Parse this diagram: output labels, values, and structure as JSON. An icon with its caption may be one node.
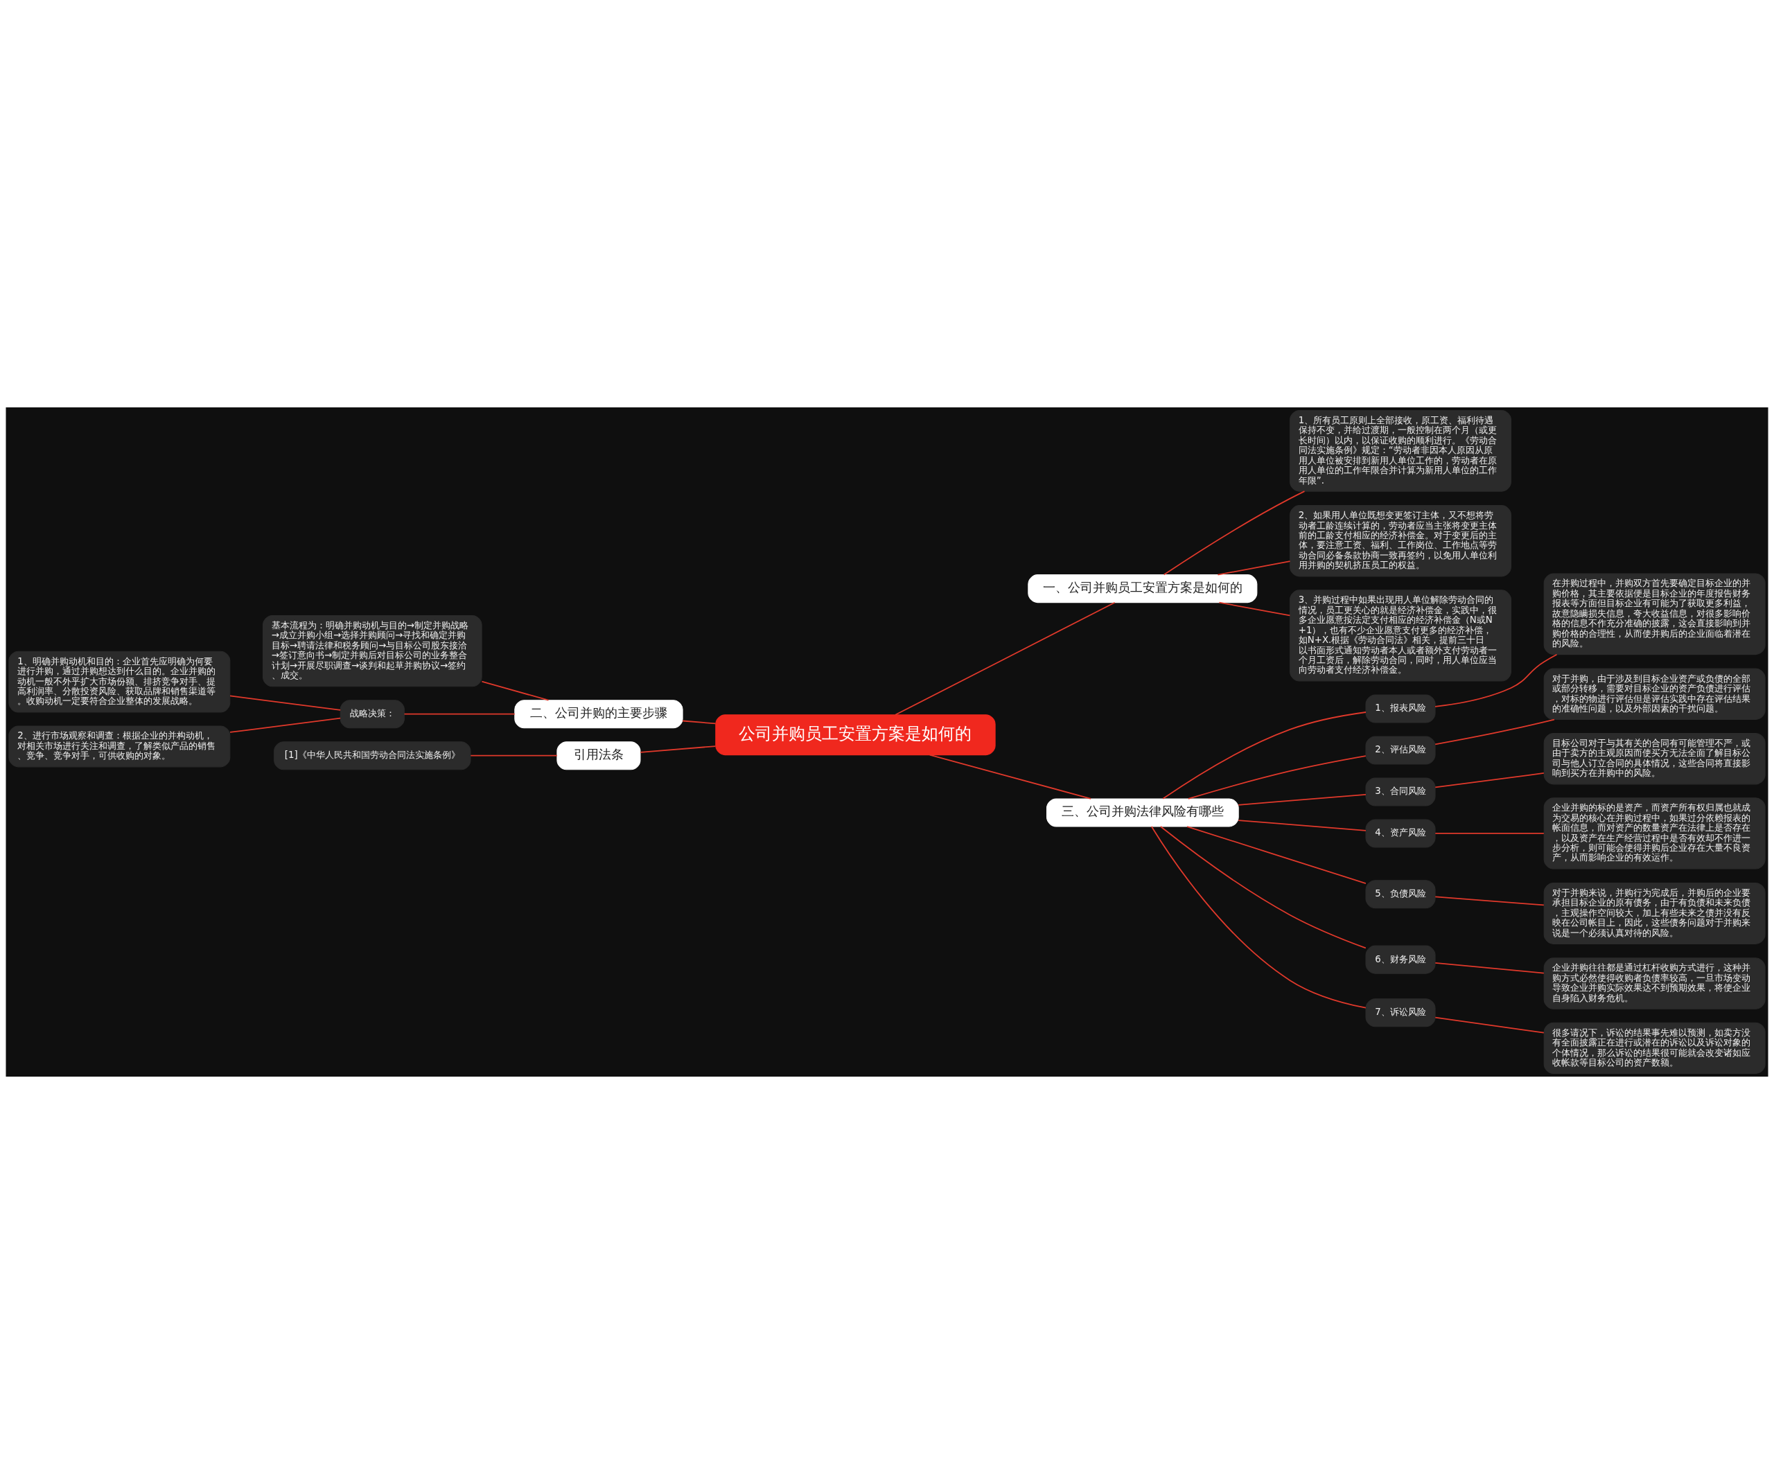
{
  "diagram": {
    "nodes": [
      {
        "text": [
          "公司并购员工安置方案是如何的"
        ]
      },
      {
        "text": [
          "一、公司并购员工安置方案是如何的"
        ]
      },
      {
        "text": [
          "1、所有员工原则上全部接收，原工资、福利待遇保持不变，并给过渡期，一般控制在两个月（或更长时间）以内，以保证收购的顺利进行。《劳动合同法实施条例》规定：“劳动者非因本人原因从原用人单位被安排到新用人单位工作的，劳动者在原用人单位的工作年限合并计算为新用人单位的工作年限”."
        ]
      },
      {
        "text": [
          "2、如果用人单位既想变更签订主体，又不想将劳动者工龄连续计算的，劳动者应当主张将变更主体前的工龄支付相应的经济补偿金。对于变更后的主体，要注意工资、福利、工作岗位、工作地点等劳动合同必备条款协商一致再签约，以免用人单位利用并购的契机挤压员工的权益。"
        ]
      },
      {
        "text": [
          "3、并购过程中如果出现用人单位解除劳动合同的情况，员工更关心的就是经济补偿金，实践中，很多企业愿意按法定支付相应的经济补偿金（N或N+1），也有不少企业愿意支付更多的经济补偿，如N+X.根据《劳动合同法》相关，提前三十日以书面形式通知劳动者本人或者额外支付劳动者一个月工资后，解除劳动合同，同时，用人单位应当向劳动者支付经济补偿金。"
        ]
      },
      {
        "text": [
          "二、公司并购的主要步骤"
        ]
      },
      {
        "text": [
          "基本流程为：明确并购动机与目的→制定并购战略→成立并购小组→选择并购顾问→寻找和确定并购目标→聘请法律和税务顾问→与目标公司股东接洽→签订意向书→制定并购后对目标公司的业务整合计划→开展尽职调查→谈判和起草并购协议→签约、成交。"
        ]
      },
      {
        "text": [
          "战略决策："
        ]
      },
      {
        "text": [
          "1、明确并购动机和目的：企业首先应明确为何要进行并购，通过并购想达到什么目的。企业并购的动机一般不外乎扩大市场份额、排挤竞争对手、提高利润率、分散投资风险、获取品牌和销售渠道等。收购动机一定要符合企业整体的发展战略。"
        ]
      },
      {
        "text": [
          "2、进行市场观察和调查：根据企业的并构动机，对相关市场进行关注和调查，了解类似产品的销售、竞争、竞争对手，可供收购的对象。"
        ]
      },
      {
        "text": [
          "引用法条"
        ]
      },
      {
        "text": [
          "[1]《中华人民共和国劳动合同法实施条例》"
        ]
      },
      {
        "text": [
          "三、公司并购法律风险有哪些"
        ]
      },
      {
        "text": [
          "1、报表风险"
        ]
      },
      {
        "text": [
          "在并购过程中，并购双方首先要确定目标企业的并购价格，其主要依据便是目标企业的年度报告财务报表等方面但目标企业有可能为了获取更多利益，故意隐瞒损失信息，夸大收益信息，对很多影响价格的信息不作充分准确的披露，这会直接影响到并购价格的合理性，从而使并购后的企业面临着潜在的风险。"
        ]
      },
      {
        "text": [
          "2、评估风险"
        ]
      },
      {
        "text": [
          "对于并购，由于涉及到目标企业资产或负债的全部或部分转移，需要对目标企业的资产负债进行评估，对标的物进行评估但是评估实践中存在评估结果的准确性问题，以及外部因素的干扰问题。"
        ]
      },
      {
        "text": [
          "3、合同风险"
        ]
      },
      {
        "text": [
          "目标公司对于与其有关的合同有可能管理不严，或由于卖方的主观原因而使买方无法全面了解目标公司与他人订立合同的具体情况，这些合同将直接影响到买方在并购中的风险。"
        ]
      },
      {
        "text": [
          "4、资产风险"
        ]
      },
      {
        "text": [
          "企业并购的标的是资产，而资产所有权归属也就成为交易的核心在并购过程中，如果过分依赖报表的帐面信息，而对资产的数量资产在法律上是否存在，以及资产在生产经营过程中是否有效却不作进一步分析，则可能会使得并购后企业存在大量不良资产，从而影响企业的有效运作。"
        ]
      },
      {
        "text": [
          "5、负债风险"
        ]
      },
      {
        "text": [
          "对于并购来说，并购行为完成后，并购后的企业要承担目标企业的原有债务，由于有负债和未来负债，主观操作空间较大，加上有些未来之债并没有反映在公司帐目上，因此，这些债务问题对于并购来说是一个必须认真对待的风险。"
        ]
      },
      {
        "text": [
          "6、财务风险"
        ]
      },
      {
        "text": [
          "企业并购往往都是通过杠杆收购方式进行，这种并购方式必然使得收购者负债率较高，一旦市场变动导致企业并购实际效果达不到预期效果，将使企业自身陷入财务危机。"
        ]
      },
      {
        "text": [
          "7、诉讼风险"
        ]
      },
      {
        "text": [
          "很多请况下，诉讼的结果事先难以预测，如卖方没有全面披露正在进行或潜在的诉讼以及诉讼对象的个体情况，那么诉讼的结果很可能就会改变诸如应收帐款等目标公司的资产数额。"
        ]
      }
    ],
    "edges": [
      {
        "from": 0,
        "to": 1,
        "arrow": "none"
      },
      {
        "from": 1,
        "to": 2,
        "arrow": "none"
      },
      {
        "from": 1,
        "to": 3,
        "arrow": "none"
      },
      {
        "from": 1,
        "to": 4,
        "arrow": "none"
      },
      {
        "from": 0,
        "to": 5,
        "arrow": "none"
      },
      {
        "from": 5,
        "to": 6,
        "arrow": "none"
      },
      {
        "from": 5,
        "to": 7,
        "arrow": "none"
      },
      {
        "from": 7,
        "to": 8,
        "arrow": "none"
      },
      {
        "from": 7,
        "to": 9,
        "arrow": "none"
      },
      {
        "from": 0,
        "to": 10,
        "arrow": "none"
      },
      {
        "from": 10,
        "to": 11,
        "arrow": "none"
      },
      {
        "from": 0,
        "to": 12,
        "arrow": "none"
      },
      {
        "from": 12,
        "to": 13,
        "arrow": "none"
      },
      {
        "from": 13,
        "to": 14,
        "arrow": "none"
      },
      {
        "from": 12,
        "to": 15,
        "arrow": "none"
      },
      {
        "from": 15,
        "to": 16,
        "arrow": "none"
      },
      {
        "from": 12,
        "to": 17,
        "arrow": "none"
      },
      {
        "from": 17,
        "to": 18,
        "arrow": "none"
      },
      {
        "from": 12,
        "to": 19,
        "arrow": "none"
      },
      {
        "from": 19,
        "to": 20,
        "arrow": "none"
      },
      {
        "from": 12,
        "to": 21,
        "arrow": "none"
      },
      {
        "from": 21,
        "to": 22,
        "arrow": "none"
      },
      {
        "from": 12,
        "to": 23,
        "arrow": "none"
      },
      {
        "from": 23,
        "to": 24,
        "arrow": "none"
      },
      {
        "from": 12,
        "to": 25,
        "arrow": "none"
      },
      {
        "from": 25,
        "to": 26,
        "arrow": "none"
      }
    ]
  }
}
